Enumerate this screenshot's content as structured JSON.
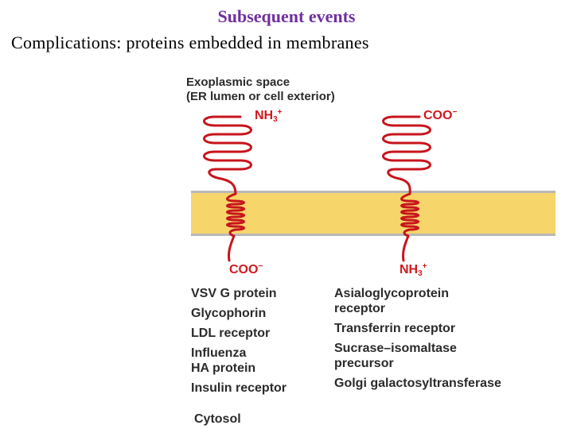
{
  "header": {
    "title": "Subsequent events",
    "subtitle": "Complications: proteins embedded in membranes"
  },
  "diagram": {
    "exoplasmic_label_line1": "Exoplasmic space",
    "exoplasmic_label_line2": "(ER lumen or cell exterior)",
    "left_protein": {
      "top_terminus": {
        "base": "NH",
        "sub": "3",
        "sup": "+"
      },
      "bottom_terminus": {
        "base": "COO",
        "sup": "−"
      }
    },
    "right_protein": {
      "top_terminus": {
        "base": "COO",
        "sup": "−"
      },
      "bottom_terminus": {
        "base": "NH",
        "sub": "3",
        "sup": "+"
      }
    },
    "left_list": [
      "VSV G protein",
      "Glycophorin",
      "LDL receptor",
      "Influenza",
      "HA protein",
      "Insulin receptor"
    ],
    "right_list": [
      "Asialoglycoprotein",
      "receptor",
      "Transferrin receptor",
      "Sucrase–isomaltase",
      "precursor",
      "Golgi galactosyltransferase"
    ],
    "cytosol_label": "Cytosol",
    "colors": {
      "membrane_fill": "#f6d56b",
      "membrane_edge": "#b8b8b8",
      "protein_chain": "#c8141c",
      "terminus_text": "#d1191d",
      "title": "#7030a0"
    }
  }
}
